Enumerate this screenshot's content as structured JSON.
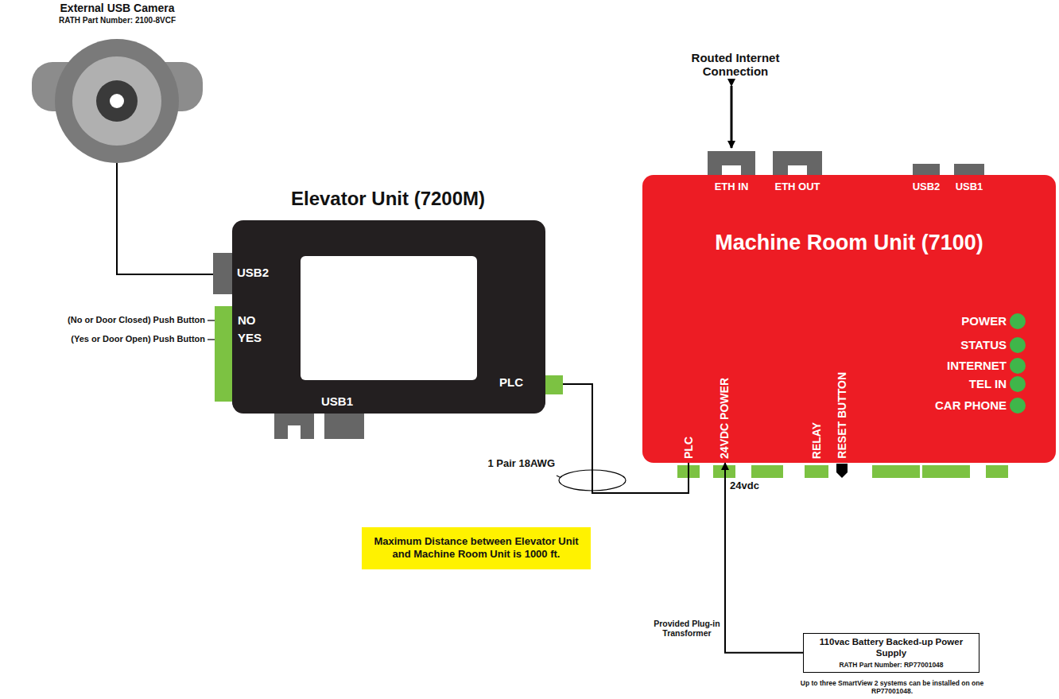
{
  "diagram": {
    "nodes": [
      {
        "text": [
          "External USB Camera",
          "RATH Part Number: 2100-8VCF"
        ]
      },
      {
        "text": [
          "Elevator Unit (7200M)"
        ]
      },
      {
        "text": [
          "Machine Room Unit (7100)"
        ]
      },
      {
        "text": [
          "Maximum Distance between Elevator Unit and Machine Room Unit is 1000 ft."
        ]
      },
      {
        "text": [
          "110vac Battery Backed-up Power Supply",
          "RATH Part Number: RP77001048"
        ]
      }
    ],
    "edges": [
      {
        "from": 0,
        "to": 1,
        "arrow": "none"
      },
      {
        "from": 1,
        "to": 2,
        "arrow": "none",
        "label": "1 Pair 18AWG"
      },
      {
        "from": 4,
        "to": 2,
        "arrow": "to",
        "label": "Provided Plug-in Transformer"
      }
    ],
    "labels": [
      "Routed Internet Connection",
      "ETH IN",
      "ETH OUT",
      "USB2",
      "USB1",
      "POWER",
      "STATUS",
      "INTERNET",
      "TEL IN",
      "CAR PHONE",
      "PLC",
      "24VDC POWER",
      "RELAY",
      "RESET BUTTON",
      "24vdc",
      "USB2",
      "NO",
      "YES",
      "PLC",
      "USB1",
      "(No or Door Closed) Push Button",
      "(Yes or Door Open) Push Button",
      "Up to three SmartView 2 systems can be installed on one RP77001048."
    ]
  }
}
